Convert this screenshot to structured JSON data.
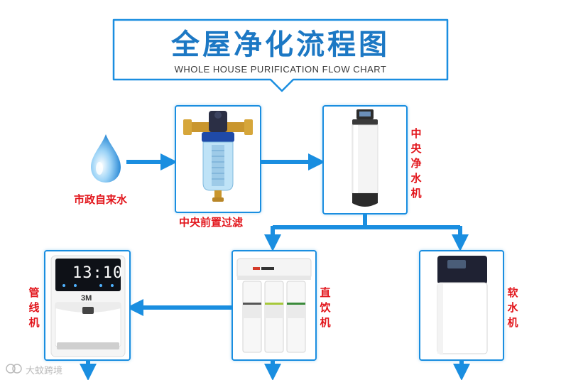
{
  "title": {
    "cn": "全屋净化流程图",
    "en": "WHOLE HOUSE PURIFICATION FLOW CHART"
  },
  "nodes": {
    "source": {
      "label": "市政自来水"
    },
    "prefilter": {
      "label": "中央前置过滤"
    },
    "central_purifier": {
      "label": "中央净水机"
    },
    "pipeline_dispenser": {
      "label": "管线机",
      "display_time": "13:10",
      "brand": "3M"
    },
    "direct_drink": {
      "label": "直饮机"
    },
    "softener": {
      "label": "软水机"
    }
  },
  "watermark": {
    "text": "大蚊跨境"
  },
  "colors": {
    "accent_blue": "#1a8ee0",
    "title_blue": "#1c78c4",
    "label_red": "#e2151b"
  }
}
